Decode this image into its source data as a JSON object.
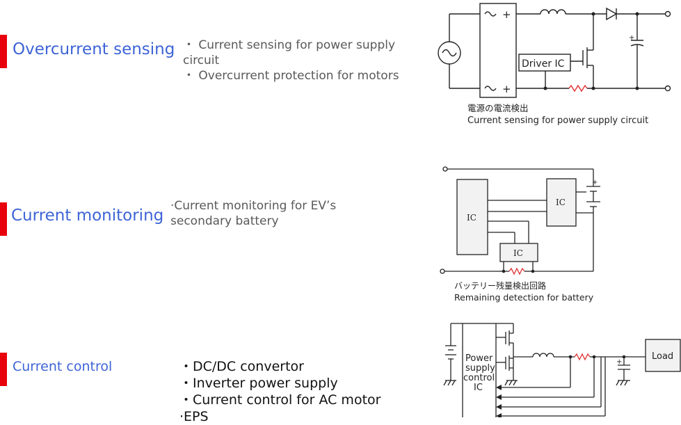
{
  "sections": [
    {
      "heading": "Overcurrent sensing",
      "bullets": [
        "・ Current sensing for power supply",
        "circuit",
        "・ Overcurrent protection for motors"
      ],
      "diagram": {
        "component_label": "Driver IC",
        "caption_jp": "電源の電流検出",
        "caption_en": "Current sensing for power supply circuit"
      }
    },
    {
      "heading": "Current monitoring",
      "bullets": [
        "·Current monitoring for EV’s",
        "secondary battery"
      ],
      "diagram": {
        "ic_labels": [
          "IC",
          "IC",
          "IC"
        ],
        "caption_jp": "バッテリー残量検出回路",
        "caption_en": "Remaining detection for battery"
      }
    },
    {
      "heading": "Current control",
      "bullets": [
        "・DC/DC convertor",
        "・Inverter power supply",
        "・Current control for AC motor",
        "·EPS"
      ],
      "diagram": {
        "ic_label_lines": [
          "Power",
          "supply",
          "control",
          "IC"
        ],
        "load_label": "Load"
      }
    }
  ],
  "colors": {
    "accent_bar": "#e8000b",
    "heading": "#3e64d6",
    "resistor": "#e03030"
  }
}
